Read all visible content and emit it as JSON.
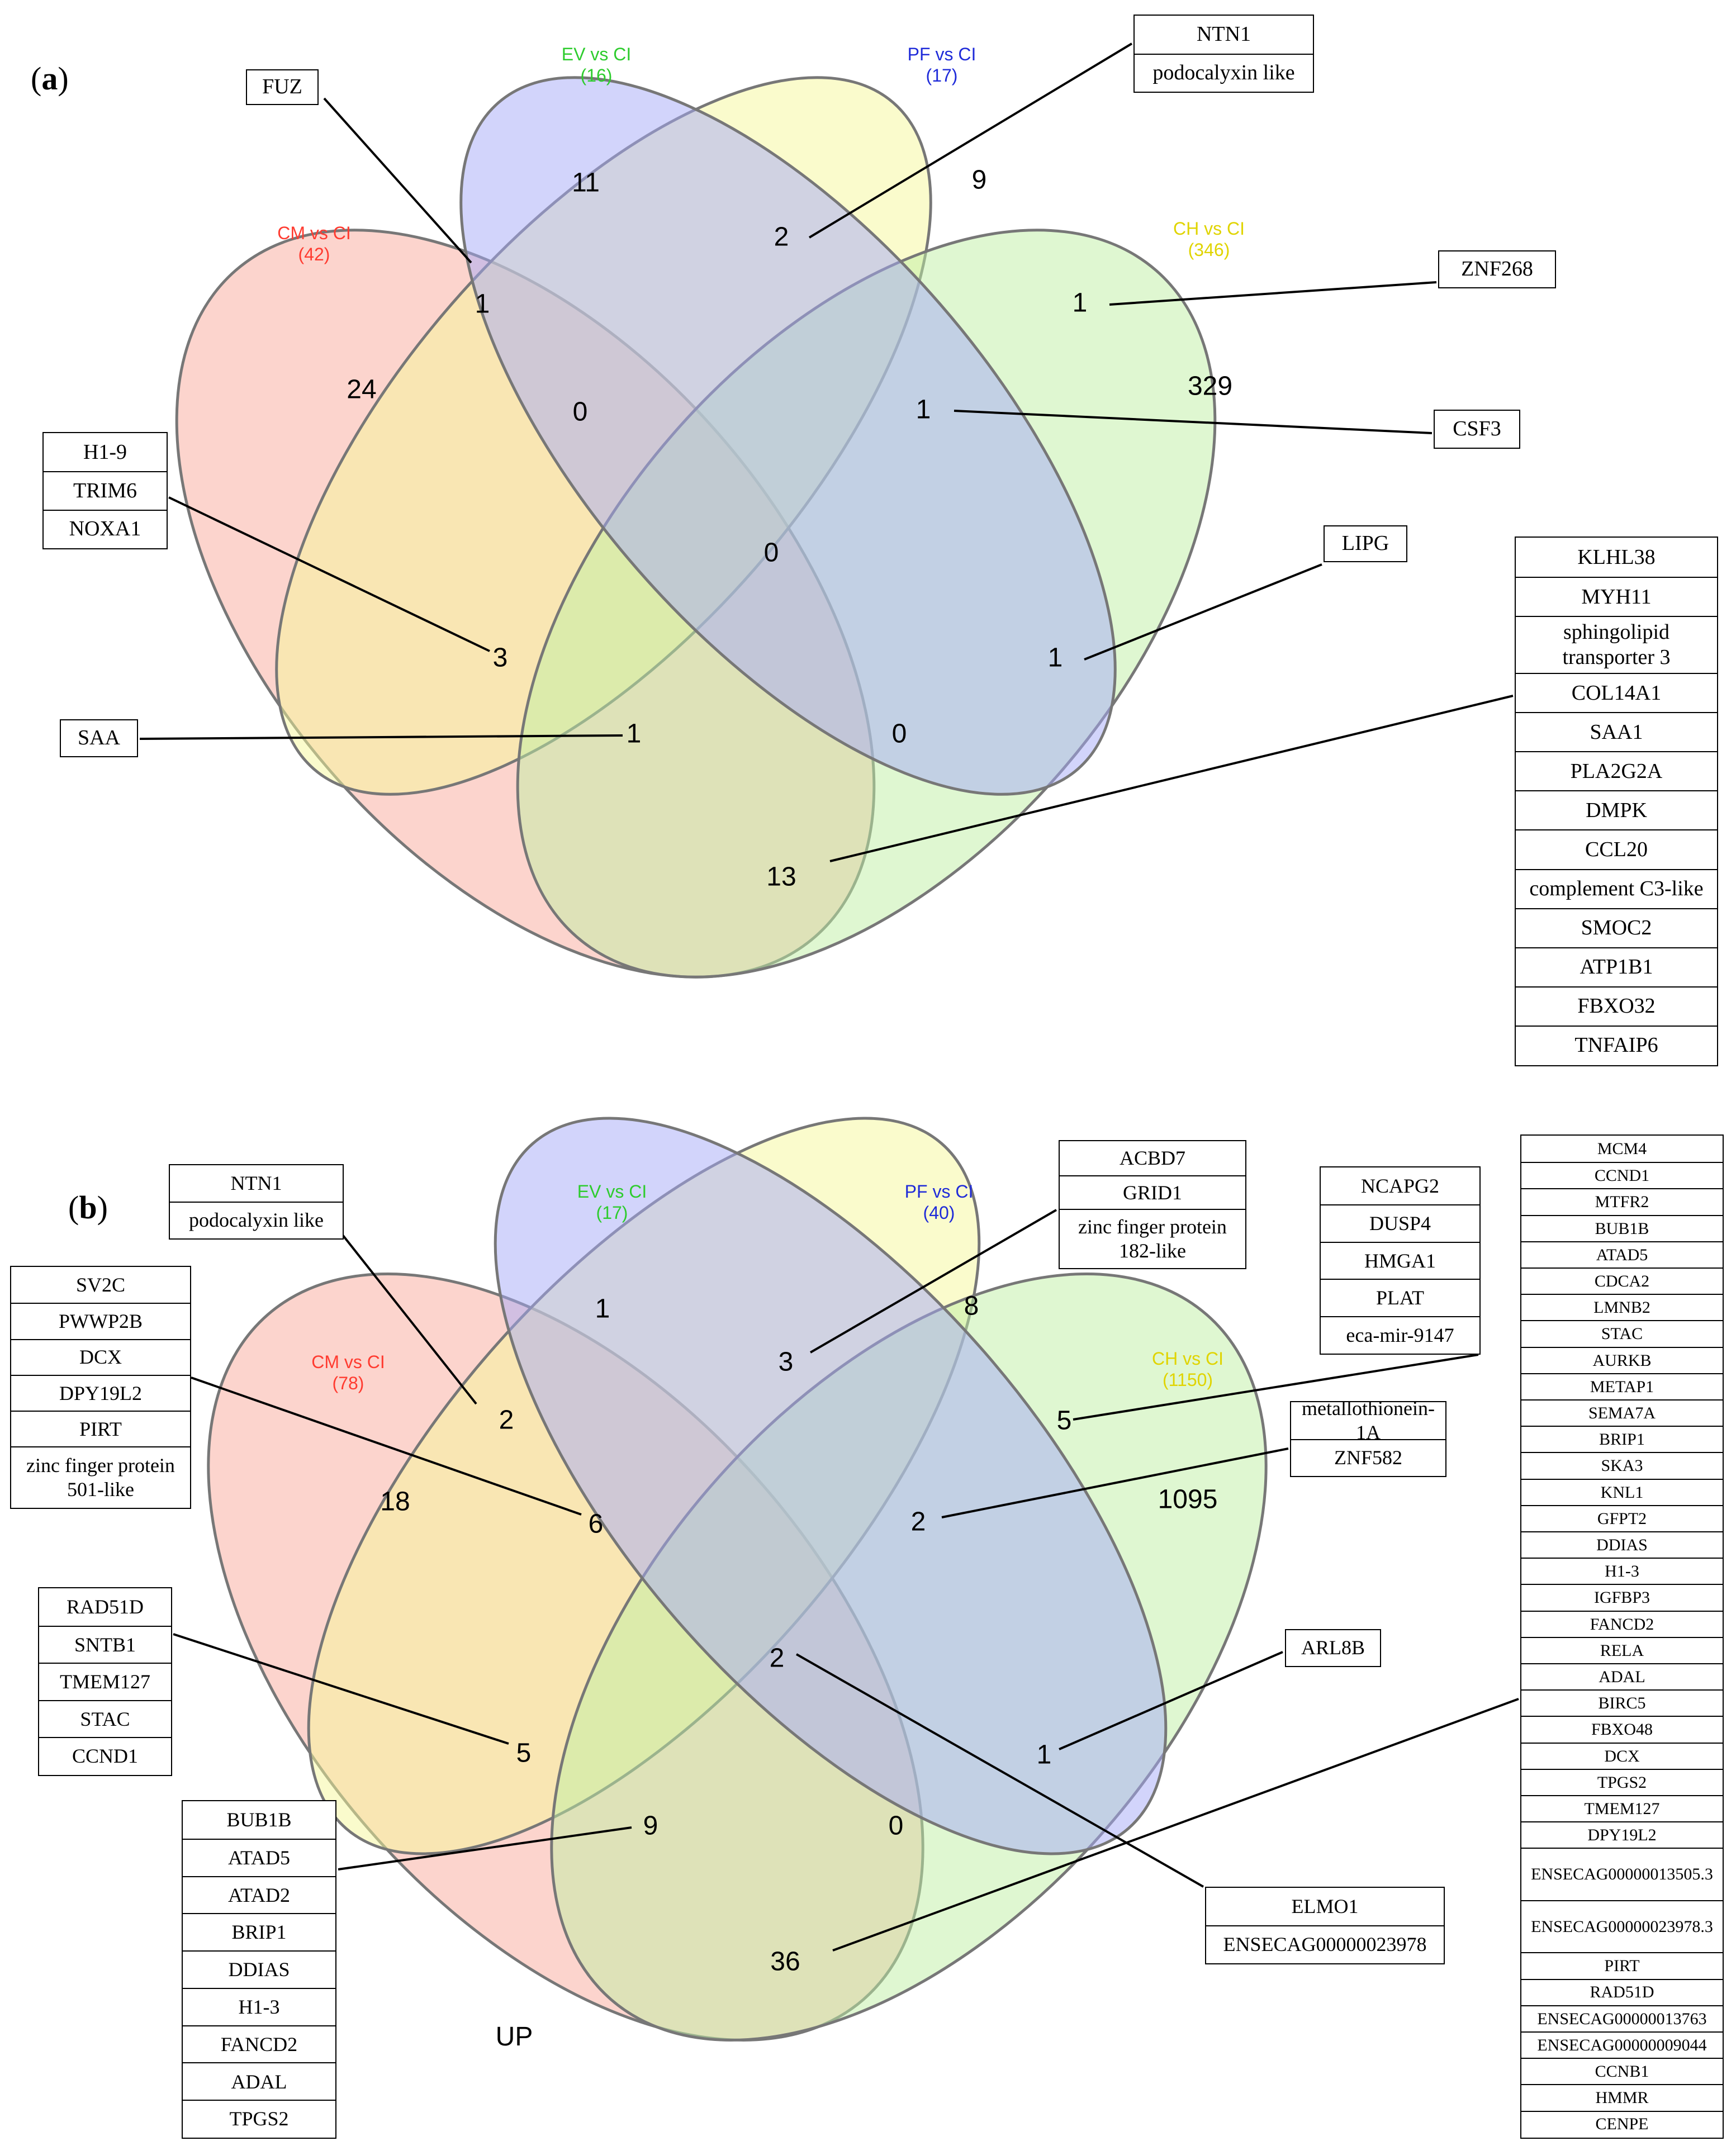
{
  "panels": [
    {
      "id": "a",
      "label": "(a)",
      "caption": "",
      "sets": [
        {
          "key": "CM",
          "name": "CM vs CI",
          "count": "(42)",
          "color": "#ff3b30",
          "fill": "#f9a99c"
        },
        {
          "key": "EV",
          "name": "EV vs CI",
          "count": "(16)",
          "color": "#2ecc2e",
          "fill": "#bff0a4"
        },
        {
          "key": "PF",
          "name": "PF vs CI",
          "count": "(17)",
          "color": "#1f2bd9",
          "fill": "#a6a9f7"
        },
        {
          "key": "CH",
          "name": "CH vs CI",
          "count": "(346)",
          "color": "#e0d400",
          "fill": "#f6f79a"
        }
      ],
      "regions": [
        {
          "sets": "EV",
          "value": "11"
        },
        {
          "sets": "PF",
          "value": "9"
        },
        {
          "sets": "CM",
          "value": "24"
        },
        {
          "sets": "CH",
          "value": "329"
        },
        {
          "sets": "CM+EV",
          "value": "1"
        },
        {
          "sets": "EV+PF",
          "value": "2"
        },
        {
          "sets": "PF+CH",
          "value": "1"
        },
        {
          "sets": "CM+EV+PF",
          "value": "0"
        },
        {
          "sets": "EV+PF+CH",
          "value": "1"
        },
        {
          "sets": "CM+EV+PF+CH",
          "value": "0"
        },
        {
          "sets": "CM+PF",
          "value": "3"
        },
        {
          "sets": "EV+CH",
          "value": "1"
        },
        {
          "sets": "CM+PF+CH",
          "value": "1"
        },
        {
          "sets": "CM+EV+CH",
          "value": "0"
        },
        {
          "sets": "CM+CH",
          "value": "13"
        }
      ],
      "gene_boxes": [
        {
          "region": "CM+EV",
          "genes": [
            "FUZ"
          ]
        },
        {
          "region": "EV+PF",
          "genes": [
            "NTN1",
            "podocalyxin like"
          ]
        },
        {
          "region": "PF+CH",
          "genes": [
            "ZNF268"
          ]
        },
        {
          "region": "EV+PF+CH",
          "genes": [
            "CSF3"
          ]
        },
        {
          "region": "CM+PF",
          "genes": [
            "H1-9",
            "TRIM6",
            "NOXA1"
          ]
        },
        {
          "region": "EV+CH",
          "genes": [
            "LIPG"
          ]
        },
        {
          "region": "CM+PF+CH",
          "genes": [
            "SAA"
          ]
        },
        {
          "region": "CM+CH",
          "genes": [
            "KLHL38",
            "MYH11",
            "sphingolipid transporter 3",
            "COL14A1",
            "SAA1",
            "PLA2G2A",
            "DMPK",
            "CCL20",
            "complement C3-like",
            "SMOC2",
            "ATP1B1",
            "FBXO32",
            "TNFAIP6"
          ]
        }
      ]
    },
    {
      "id": "b",
      "label": "(b)",
      "caption": "UP",
      "sets": [
        {
          "key": "CM",
          "name": "CM vs CI",
          "count": "(78)",
          "color": "#ff3b30",
          "fill": "#f9a99c"
        },
        {
          "key": "EV",
          "name": "EV vs CI",
          "count": "(17)",
          "color": "#2ecc2e",
          "fill": "#bff0a4"
        },
        {
          "key": "PF",
          "name": "PF vs CI",
          "count": "(40)",
          "color": "#1f2bd9",
          "fill": "#a6a9f7"
        },
        {
          "key": "CH",
          "name": "CH vs CI",
          "count": "(1150)",
          "color": "#e0d400",
          "fill": "#f6f79a"
        }
      ],
      "regions": [
        {
          "sets": "EV",
          "value": "1"
        },
        {
          "sets": "PF",
          "value": "8"
        },
        {
          "sets": "CM",
          "value": "18"
        },
        {
          "sets": "CH",
          "value": "1095"
        },
        {
          "sets": "CM+EV",
          "value": "2"
        },
        {
          "sets": "EV+PF",
          "value": "3"
        },
        {
          "sets": "PF+CH",
          "value": "5"
        },
        {
          "sets": "CM+EV+PF",
          "value": "6"
        },
        {
          "sets": "EV+PF+CH",
          "value": "2"
        },
        {
          "sets": "CM+EV+PF+CH",
          "value": "2"
        },
        {
          "sets": "CM+PF",
          "value": "5"
        },
        {
          "sets": "EV+CH",
          "value": "1"
        },
        {
          "sets": "CM+PF+CH",
          "value": "9"
        },
        {
          "sets": "CM+EV+CH",
          "value": "0"
        },
        {
          "sets": "CM+CH",
          "value": "36"
        }
      ],
      "gene_boxes": [
        {
          "region": "CM+EV",
          "genes": [
            "NTN1",
            "podocalyxin like"
          ]
        },
        {
          "region": "EV+PF",
          "genes": [
            "ACBD7",
            "GRID1",
            "zinc finger protein 182-like"
          ]
        },
        {
          "region": "PF+CH",
          "genes": [
            "NCAPG2",
            "DUSP4",
            "HMGA1",
            "PLAT",
            "eca-mir-9147"
          ]
        },
        {
          "region": "CM+EV+PF",
          "genes": [
            "SV2C",
            "PWWP2B",
            "DCX",
            "DPY19L2",
            "PIRT",
            "zinc finger protein 501-like"
          ]
        },
        {
          "region": "EV+PF+CH",
          "genes": [
            "metallothionein-1A",
            "ZNF582"
          ]
        },
        {
          "region": "CM+PF",
          "genes": [
            "RAD51D",
            "SNTB1",
            "TMEM127",
            "STAC",
            "CCND1"
          ]
        },
        {
          "region": "EV+CH",
          "genes": [
            "ARL8B"
          ]
        },
        {
          "region": "CM+EV+PF+CH",
          "genes": [
            "ELMO1",
            "ENSECAG00000023978"
          ]
        },
        {
          "region": "CM+PF+CH",
          "genes": [
            "BUB1B",
            "ATAD5",
            "ATAD2",
            "BRIP1",
            "DDIAS",
            "H1-3",
            "FANCD2",
            "ADAL",
            "TPGS2"
          ]
        },
        {
          "region": "CM+CH",
          "genes": [
            "MCM4",
            "CCND1",
            "MTFR2",
            "BUB1B",
            "ATAD5",
            "CDCA2",
            "LMNB2",
            "STAC",
            "AURKB",
            "METAP1",
            "SEMA7A",
            "BRIP1",
            "SKA3",
            "KNL1",
            "GFPT2",
            "DDIAS",
            "H1-3",
            "IGFBP3",
            "FANCD2",
            "RELA",
            "ADAL",
            "BIRC5",
            "FBXO48",
            "DCX",
            "TPGS2",
            "TMEM127",
            "DPY19L2",
            "ENSECAG00000013505.3",
            "ENSECAG00000023978.3",
            "PIRT",
            "RAD51D",
            "ENSECAG00000013763",
            "ENSECAG00000009044",
            "CCNB1",
            "HMMR",
            "CENPE"
          ]
        }
      ]
    }
  ]
}
